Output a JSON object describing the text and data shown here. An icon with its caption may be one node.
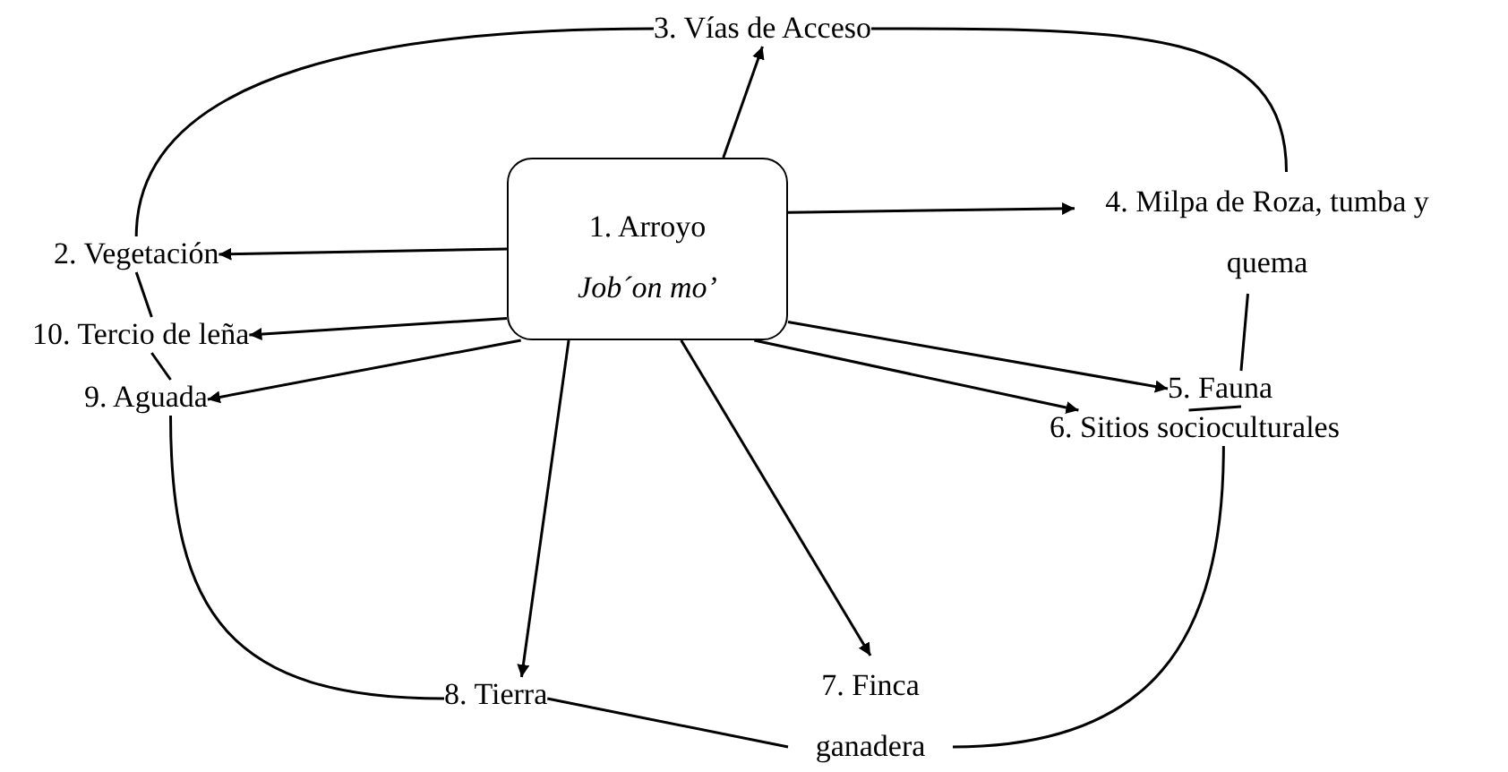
{
  "diagram": {
    "nodes": [
      {
        "text": [
          "1. Arroyo",
          "Job´on mo’"
        ]
      },
      {
        "text": [
          "3. Vías de Acceso"
        ]
      },
      {
        "text": [
          "4. Milpa de Roza, tumba y quema"
        ]
      },
      {
        "text": [
          "5. Fauna"
        ]
      },
      {
        "text": [
          "6. Sitios socioculturales"
        ]
      },
      {
        "text": [
          "7. Finca ganadera"
        ]
      },
      {
        "text": [
          "8. Tierra"
        ]
      },
      {
        "text": [
          "9. Aguada"
        ]
      },
      {
        "text": [
          "10. Tercio de leña"
        ]
      },
      {
        "text": [
          "2. Vegetación"
        ]
      }
    ],
    "edges": [
      {
        "from": 0,
        "to": 1,
        "arrow": "to"
      },
      {
        "from": 0,
        "to": 9,
        "arrow": "to"
      },
      {
        "from": 0,
        "to": 8,
        "arrow": "to"
      },
      {
        "from": 0,
        "to": 7,
        "arrow": "to"
      },
      {
        "from": 0,
        "to": 6,
        "arrow": "to"
      },
      {
        "from": 0,
        "to": 5,
        "arrow": "to"
      },
      {
        "from": 0,
        "to": 4,
        "arrow": "to"
      },
      {
        "from": 0,
        "to": 3,
        "arrow": "to"
      },
      {
        "from": 0,
        "to": 2,
        "arrow": "to"
      },
      {
        "from": 9,
        "to": 1,
        "arrow": "none"
      },
      {
        "from": 1,
        "to": 2,
        "arrow": "none"
      },
      {
        "from": 2,
        "to": 3,
        "arrow": "none"
      },
      {
        "from": 3,
        "to": 4,
        "arrow": "none"
      },
      {
        "from": 4,
        "to": 5,
        "arrow": "none"
      },
      {
        "from": 5,
        "to": 6,
        "arrow": "none"
      },
      {
        "from": 6,
        "to": 7,
        "arrow": "none"
      },
      {
        "from": 7,
        "to": 8,
        "arrow": "none"
      },
      {
        "from": 8,
        "to": 9,
        "arrow": "none"
      }
    ]
  }
}
